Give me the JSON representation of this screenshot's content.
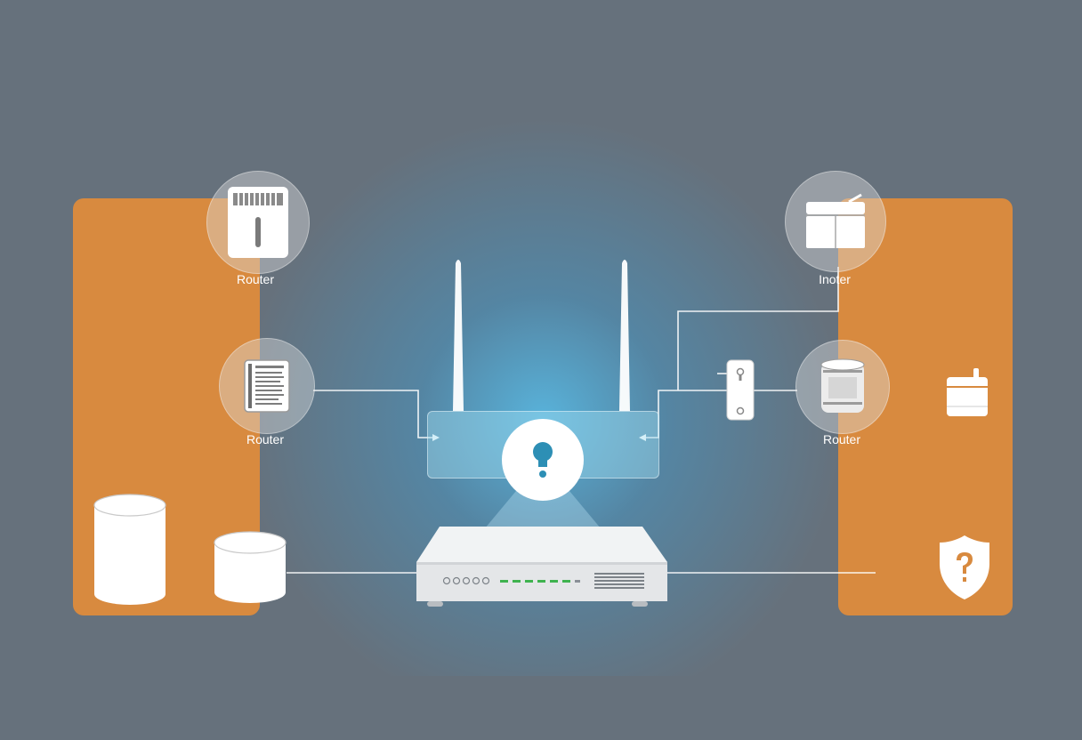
{
  "labels": {
    "left_top": "Router",
    "left_mid": "Router",
    "right_top": "Inoter",
    "right_mid": "Router"
  },
  "colors": {
    "background": "#66717c",
    "panel": "#d88a3f",
    "glow": "#56beeb",
    "icon": "#ffffff",
    "led": "#3fb34f"
  },
  "icons": {
    "left_top": "air-purifier-icon",
    "left_mid": "document-icon",
    "right_top": "cabinet-icon",
    "right_mid": "cylinder-device-icon",
    "center": "keyhole-lock-icon",
    "right_plug": "smart-plug-icon",
    "right_calendar": "calendar-icon",
    "shield": "shield-question-icon"
  }
}
